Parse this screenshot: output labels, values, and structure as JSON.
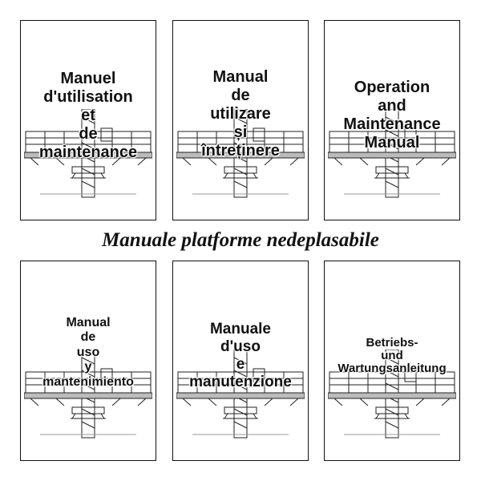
{
  "heading": "Manuale platforme nedeplasabile",
  "manuals": [
    {
      "lines": [
        "Manuel",
        "d'utilisation",
        "et",
        "de",
        "maintenance"
      ]
    },
    {
      "lines": [
        "Manual",
        "de",
        "utilizare",
        "și",
        "întreținere"
      ]
    },
    {
      "lines": [
        "Operation",
        "and",
        "Maintenance",
        "Manual"
      ]
    },
    {
      "lines": [
        "Manual",
        "de",
        "uso",
        "y",
        "mantenimiento"
      ]
    },
    {
      "lines": [
        "Manuale",
        "d'uso",
        "e",
        "manutenzione"
      ]
    },
    {
      "lines": [
        "Betriebs-",
        "und",
        "Wartungsanleitung"
      ]
    }
  ]
}
